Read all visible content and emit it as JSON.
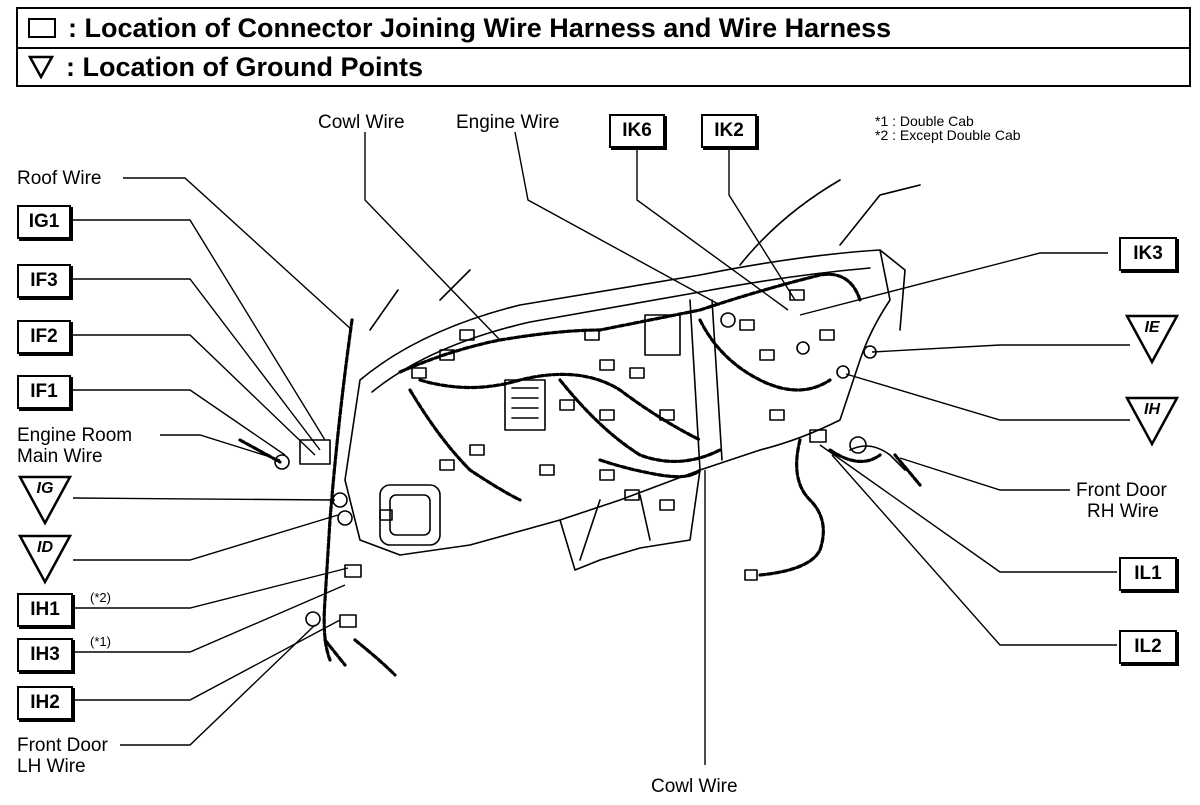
{
  "legend": {
    "connector_text": ": Location of Connector Joining Wire Harness and Wire Harness",
    "ground_text": ": Location of Ground Points"
  },
  "notes": {
    "n1": "*1 : Double Cab",
    "n2": "*2 : Except Double Cab"
  },
  "wires": {
    "cowl_top": "Cowl Wire",
    "engine": "Engine Wire",
    "roof": "Roof Wire",
    "engine_room_1": "Engine Room",
    "engine_room_2": "Main Wire",
    "front_door_rh_1": "Front Door",
    "front_door_rh_2": "RH Wire",
    "front_door_lh_1": "Front Door",
    "front_door_lh_2": "LH Wire",
    "cowl_bottom": "Cowl Wire"
  },
  "connectors": {
    "ik6": "IK6",
    "ik2": "IK2",
    "ik3": "IK3",
    "ig1": "IG1",
    "if3": "IF3",
    "if2": "IF2",
    "if1": "IF1",
    "ih1": "IH1",
    "ih3": "IH3",
    "ih2": "IH2",
    "il1": "IL1",
    "il2": "IL2"
  },
  "connector_notes": {
    "ih1": "(*2)",
    "ih3": "(*1)"
  },
  "grounds": {
    "ie": "IE",
    "ih": "IH",
    "ig": "IG",
    "id": "ID"
  }
}
